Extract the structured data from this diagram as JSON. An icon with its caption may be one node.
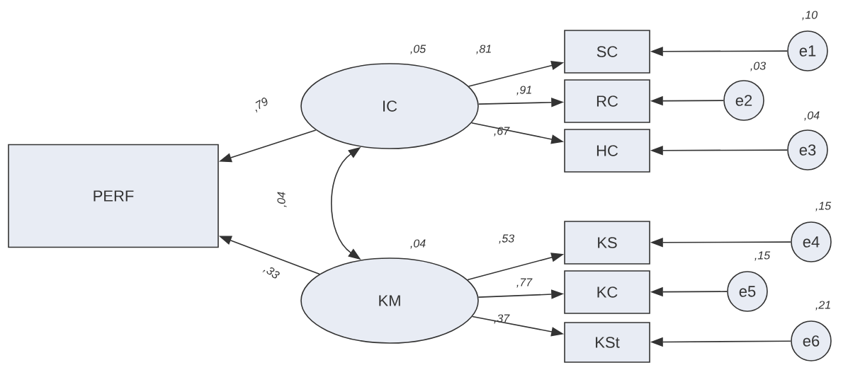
{
  "diagram": {
    "nodes": [
      {
        "text": [
          "PERF"
        ]
      },
      {
        "text": [
          "IC"
        ],
        "beside": [
          ",05"
        ]
      },
      {
        "text": [
          "KM"
        ],
        "beside": [
          ",04"
        ]
      },
      {
        "text": [
          "SC"
        ]
      },
      {
        "text": [
          "RC"
        ]
      },
      {
        "text": [
          "HC"
        ]
      },
      {
        "text": [
          "KS"
        ]
      },
      {
        "text": [
          "KC"
        ]
      },
      {
        "text": [
          "KSt"
        ]
      },
      {
        "text": [
          "e1"
        ],
        "beside": [
          ",10"
        ]
      },
      {
        "text": [
          "e2"
        ],
        "beside": [
          ",03"
        ]
      },
      {
        "text": [
          "e3"
        ],
        "beside": [
          ",04"
        ]
      },
      {
        "text": [
          "e4"
        ],
        "beside": [
          ",15"
        ]
      },
      {
        "text": [
          "e5"
        ],
        "beside": [
          ",15"
        ]
      },
      {
        "text": [
          "e6"
        ],
        "beside": [
          ",21"
        ]
      }
    ],
    "edges": [
      {
        "from": 1,
        "to": 0,
        "arrow": "to",
        "label": ",79"
      },
      {
        "from": 2,
        "to": 0,
        "arrow": "to",
        "label": ",33"
      },
      {
        "from": 1,
        "to": 2,
        "arrow": "both",
        "label": ",04"
      },
      {
        "from": 1,
        "to": 3,
        "arrow": "to",
        "label": ",81"
      },
      {
        "from": 1,
        "to": 4,
        "arrow": "to",
        "label": ",91"
      },
      {
        "from": 1,
        "to": 5,
        "arrow": "to",
        "label": ",67"
      },
      {
        "from": 2,
        "to": 6,
        "arrow": "to",
        "label": ",53"
      },
      {
        "from": 2,
        "to": 7,
        "arrow": "to",
        "label": ",77"
      },
      {
        "from": 2,
        "to": 8,
        "arrow": "to",
        "label": ",37"
      },
      {
        "from": 9,
        "to": 3,
        "arrow": "to"
      },
      {
        "from": 10,
        "to": 4,
        "arrow": "to"
      },
      {
        "from": 11,
        "to": 5,
        "arrow": "to"
      },
      {
        "from": 12,
        "to": 6,
        "arrow": "to"
      },
      {
        "from": 13,
        "to": 7,
        "arrow": "to"
      },
      {
        "from": 14,
        "to": 8,
        "arrow": "to"
      }
    ]
  }
}
